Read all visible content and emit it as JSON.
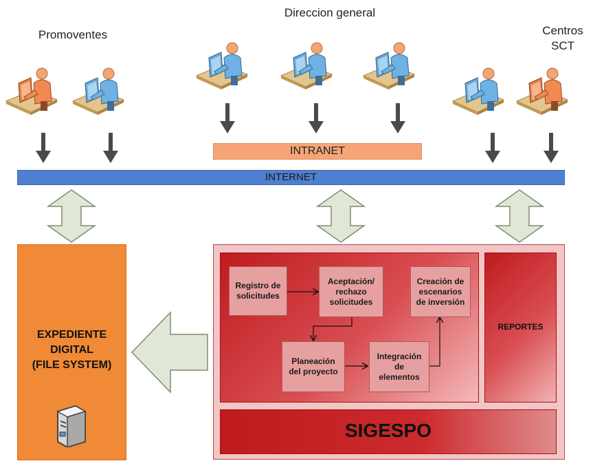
{
  "groups": {
    "promoventes": "Promoventes",
    "direccion": "Direccion general",
    "centros": "Centros\nSCT"
  },
  "networks": {
    "intranet": "INTRANET",
    "internet": "INTERNET"
  },
  "expediente": {
    "label": "EXPEDIENTE\nDIGITAL\n(FILE SYSTEM)"
  },
  "system": {
    "name": "SIGESPO",
    "reportes": "REPORTES",
    "steps": {
      "registro": "Registro de\nsolicitudes",
      "aceptacion": "Aceptación/\nrechazo\nsolicitudes",
      "creacion": "Creación de\nescenarios\nde inversión",
      "planeacion": "Planeación\ndel proyecto",
      "integracion": "Integración\nde\nelementos"
    }
  },
  "icons": {
    "user_workstation": "user-workstation-icon",
    "server": "server-icon",
    "arrow_down": "arrow-down-icon",
    "double_arrow": "double-arrow-vertical-icon",
    "arrow_left": "arrow-left-icon"
  },
  "colors": {
    "internet": "#4f7fd0",
    "intranet": "#f7a576",
    "expediente": "#f08a36",
    "system_red": "#bf1b1f",
    "step_fill": "#e7a0a0",
    "arrow_fill": "#dfe8d6"
  }
}
